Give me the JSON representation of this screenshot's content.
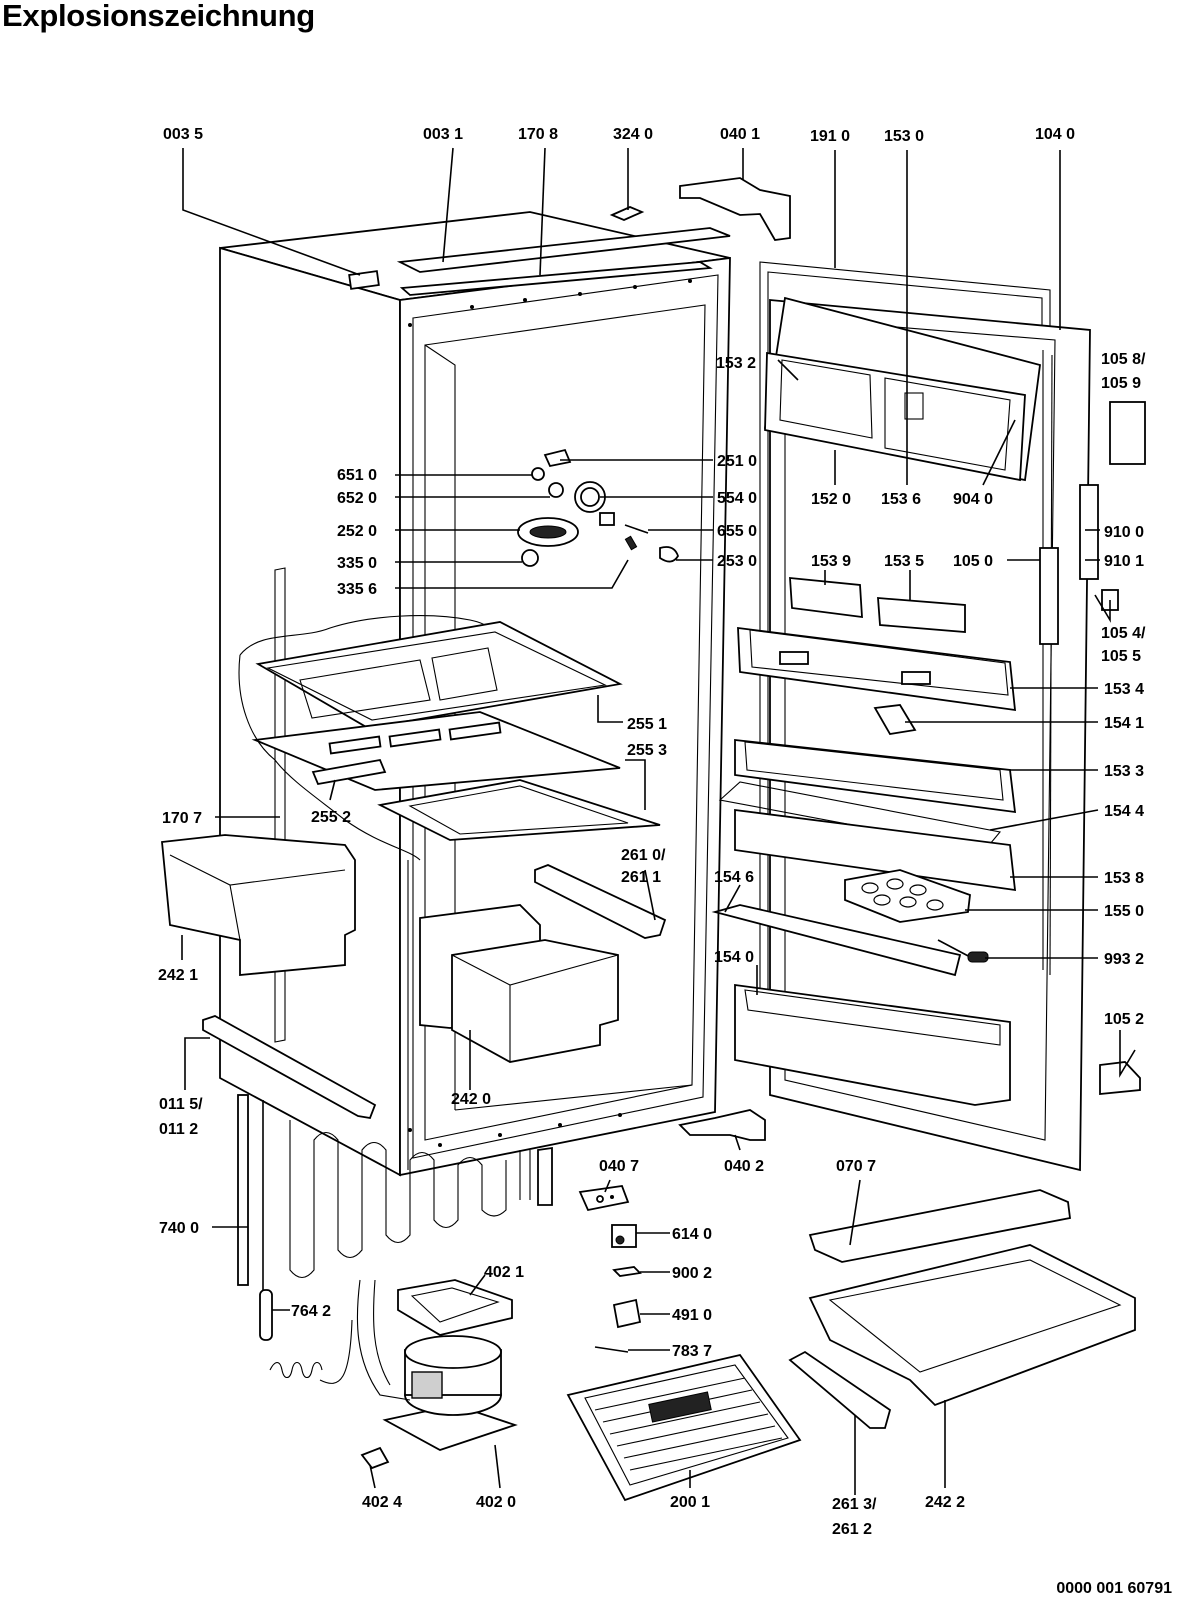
{
  "title": "Explosionszeichnung",
  "document_number": "0000 001 60791",
  "callouts": [
    {
      "id": "c0035",
      "text": "003 5"
    },
    {
      "id": "c0031",
      "text": "003 1"
    },
    {
      "id": "c1708",
      "text": "170 8"
    },
    {
      "id": "c3240",
      "text": "324 0"
    },
    {
      "id": "c0401",
      "text": "040 1"
    },
    {
      "id": "c1910",
      "text": "191 0"
    },
    {
      "id": "c1530",
      "text": "153 0"
    },
    {
      "id": "c1040",
      "text": "104 0"
    },
    {
      "id": "c1058",
      "text": "105 8/"
    },
    {
      "id": "c1059",
      "text": "105 9"
    },
    {
      "id": "c1532",
      "text": "153 2"
    },
    {
      "id": "c6510",
      "text": "651 0"
    },
    {
      "id": "c6520",
      "text": "652 0"
    },
    {
      "id": "c2520",
      "text": "252 0"
    },
    {
      "id": "c3350",
      "text": "335 0"
    },
    {
      "id": "c3356",
      "text": "335 6"
    },
    {
      "id": "c2510",
      "text": "251 0"
    },
    {
      "id": "c5540",
      "text": "554 0"
    },
    {
      "id": "c6550",
      "text": "655 0"
    },
    {
      "id": "c2530",
      "text": "253 0"
    },
    {
      "id": "c1520",
      "text": "152 0"
    },
    {
      "id": "c1536",
      "text": "153 6"
    },
    {
      "id": "c9040",
      "text": "904 0"
    },
    {
      "id": "c9100",
      "text": "910 0"
    },
    {
      "id": "c9101",
      "text": "910 1"
    },
    {
      "id": "c1539",
      "text": "153 9"
    },
    {
      "id": "c1535",
      "text": "153 5"
    },
    {
      "id": "c1050",
      "text": "105 0"
    },
    {
      "id": "c1054",
      "text": "105 4/"
    },
    {
      "id": "c1055",
      "text": "105 5"
    },
    {
      "id": "c1534",
      "text": "153 4"
    },
    {
      "id": "c2551",
      "text": "255 1"
    },
    {
      "id": "c2553",
      "text": "255 3"
    },
    {
      "id": "c1541",
      "text": "154 1"
    },
    {
      "id": "c1533",
      "text": "153 3"
    },
    {
      "id": "c1707",
      "text": "170 7"
    },
    {
      "id": "c2552",
      "text": "255 2"
    },
    {
      "id": "c1544",
      "text": "154 4"
    },
    {
      "id": "c2610",
      "text": "261 0/"
    },
    {
      "id": "c2611",
      "text": "261 1"
    },
    {
      "id": "c1546",
      "text": "154 6"
    },
    {
      "id": "c1538",
      "text": "153 8"
    },
    {
      "id": "c1550",
      "text": "155 0"
    },
    {
      "id": "c2421",
      "text": "242 1"
    },
    {
      "id": "c1540",
      "text": "154 0"
    },
    {
      "id": "c9932",
      "text": "993 2"
    },
    {
      "id": "c1052",
      "text": "105 2"
    },
    {
      "id": "c0115",
      "text": "011 5/"
    },
    {
      "id": "c0112",
      "text": "011 2"
    },
    {
      "id": "c2420",
      "text": "242 0"
    },
    {
      "id": "c0407",
      "text": "040 7"
    },
    {
      "id": "c0402",
      "text": "040 2"
    },
    {
      "id": "c0707",
      "text": "070 7"
    },
    {
      "id": "c7400",
      "text": "740 0"
    },
    {
      "id": "c6140",
      "text": "614 0"
    },
    {
      "id": "c4021",
      "text": "402 1"
    },
    {
      "id": "c9002",
      "text": "900 2"
    },
    {
      "id": "c7642",
      "text": "764 2"
    },
    {
      "id": "c4910",
      "text": "491 0"
    },
    {
      "id": "c7837",
      "text": "783 7"
    },
    {
      "id": "c2613",
      "text": "261 3/"
    },
    {
      "id": "c2612",
      "text": "261 2"
    },
    {
      "id": "c4024",
      "text": "402 4"
    },
    {
      "id": "c4020",
      "text": "402 0"
    },
    {
      "id": "c2001",
      "text": "200 1"
    },
    {
      "id": "c2422",
      "text": "242 2"
    }
  ]
}
